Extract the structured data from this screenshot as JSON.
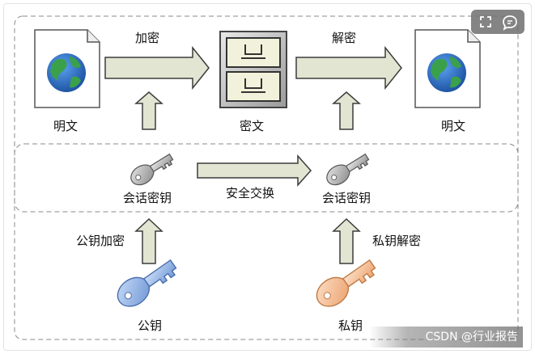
{
  "labels": {
    "plaintext_left": "明文",
    "ciphertext": "密文",
    "plaintext_right": "明文",
    "encrypt": "加密",
    "decrypt": "解密",
    "session_key_left": "会话密钥",
    "session_key_right": "会话密钥",
    "secure_exchange": "安全交换",
    "public_key_encrypt": "公钥加密",
    "private_key_decrypt": "私钥解密",
    "public_key": "公钥",
    "private_key": "私钥"
  },
  "watermark": "CSDN @行业报告",
  "colors": {
    "arrow_fill": "#e2e5d2",
    "arrow_stroke": "#3c3c3c",
    "public_key": "#8fb1e3",
    "private_key": "#f4b98e",
    "session_key": "#b9b9b9",
    "globe_ocean": "#2a6fc9",
    "globe_land": "#3aa14a"
  }
}
